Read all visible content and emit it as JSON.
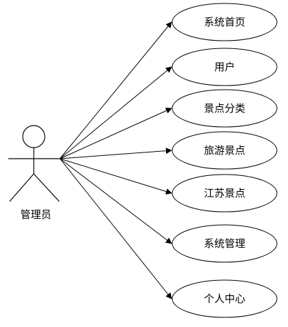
{
  "actor": {
    "label": "管理员"
  },
  "use_cases": [
    {
      "label": "系统首页"
    },
    {
      "label": "用户"
    },
    {
      "label": "景点分类"
    },
    {
      "label": "旅游景点"
    },
    {
      "label": "江苏景点"
    },
    {
      "label": "系统管理"
    },
    {
      "label": "个人中心"
    }
  ],
  "colors": {
    "stroke": "#000000",
    "background": "#ffffff"
  }
}
